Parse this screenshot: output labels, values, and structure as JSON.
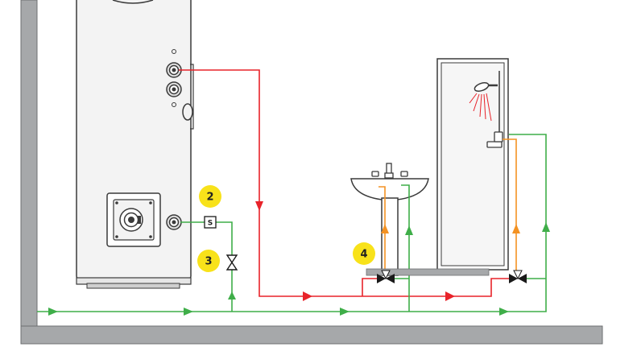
{
  "badges": {
    "b2": "2",
    "b3": "3",
    "b4": "4"
  },
  "sensor_label": "S",
  "colors": {
    "hot_water": "#e8232a",
    "cold_water": "#3fae49",
    "mixed_water": "#f39223",
    "badge": "#f8e21a",
    "wall": "#a6a8aa",
    "outline": "#3a3a3a",
    "tank_fill": "#f3f3f3"
  },
  "icons": {
    "shower_head": "shower-head-icon",
    "tap": "tap-icon",
    "valve": "valve-icon",
    "sensor": "sensor-icon"
  }
}
